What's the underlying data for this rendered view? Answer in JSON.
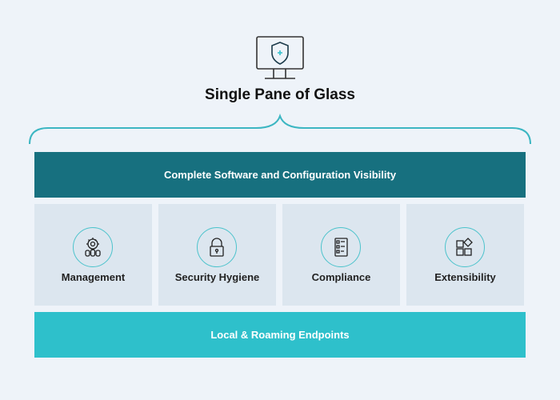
{
  "title": "Single Pane of Glass",
  "top_bar": "Complete Software and Configuration Visibility",
  "cards": [
    {
      "label": "Management",
      "icon": "gear-people-icon"
    },
    {
      "label": "Security Hygiene",
      "icon": "padlock-icon"
    },
    {
      "label": "Compliance",
      "icon": "checklist-icon"
    },
    {
      "label": "Extensibility",
      "icon": "apps-icon"
    }
  ],
  "bottom_bar": "Local & Roaming Endpoints",
  "colors": {
    "dark_teal": "#17707f",
    "light_teal": "#2ec0cb",
    "card": "#dce6ef"
  }
}
